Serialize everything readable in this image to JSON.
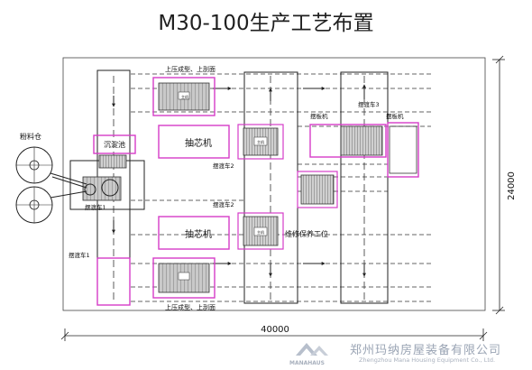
{
  "title": "M30-100生产工艺布置",
  "labels": {
    "material_bin": "粉料仓",
    "settling_tank": "沉淀池",
    "core_puller_top": "抽芯机",
    "core_puller_bottom": "抽芯机",
    "press_top": "上压成型、上刮面",
    "press_bottom": "上压成型、上刮面",
    "transfer_cart_1_top": "摆渡车1",
    "transfer_cart_1_bottom": "摆渡车1",
    "transfer_cart_2_top": "摆渡车2",
    "transfer_cart_2_bottom": "摆渡车2",
    "transfer_cart_3": "摆渡车3",
    "board_machine_left": "摆板机",
    "board_machine_right": "摆板机",
    "maintenance": "维修保养工位",
    "mold_tag_1": "主机",
    "mold_tag_2": "主机",
    "mold_tag_3": "主机"
  },
  "dimensions": {
    "width": "40000",
    "height": "24000"
  },
  "watermark": {
    "company": "郑州玛纳房屋装备有限公司",
    "company_en": "Zhengzhou Mana Housing Equipment Co., Ltd.",
    "brand": "MANAHAUS"
  },
  "colors": {
    "magenta": "#d63cc8",
    "line": "#222222",
    "equipment_fill": "#b9b9b9",
    "watermark": "#9aa4b4"
  }
}
